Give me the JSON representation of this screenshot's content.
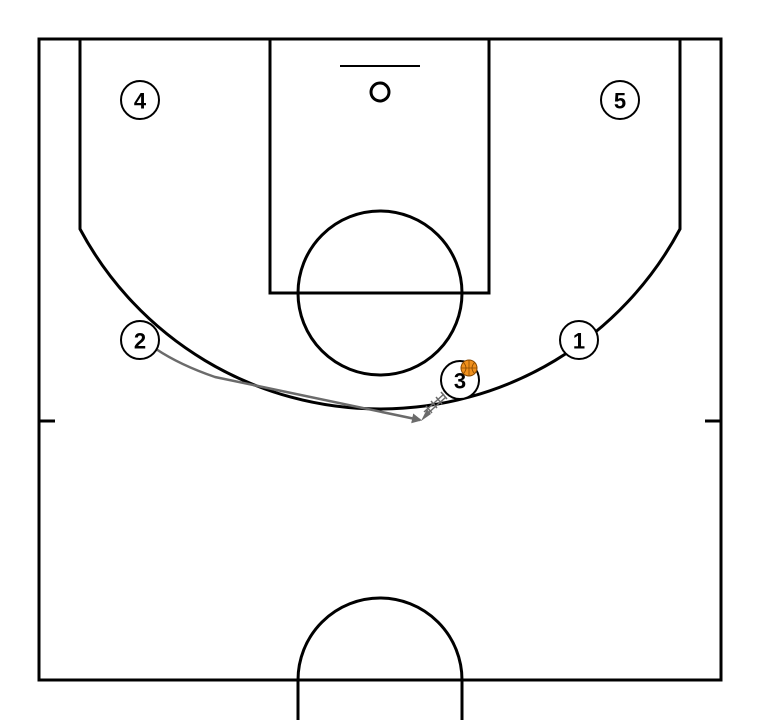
{
  "diagram": {
    "type": "basketball-half-court-play",
    "colors": {
      "court_lines": "#000000",
      "background": "#ffffff",
      "movement_arrow": "#6b6b6b",
      "ball": "#f0901c"
    },
    "players": [
      {
        "id": "p4",
        "label": "4"
      },
      {
        "id": "p5",
        "label": "5"
      },
      {
        "id": "p2",
        "label": "2"
      },
      {
        "id": "p1",
        "label": "1"
      },
      {
        "id": "p3",
        "label": "3",
        "has_ball": true
      }
    ],
    "actions": [
      {
        "type": "cut",
        "from": "2",
        "style": "solid-arrow"
      },
      {
        "type": "dribble",
        "from": "3",
        "style": "dribble-arrow"
      }
    ]
  }
}
